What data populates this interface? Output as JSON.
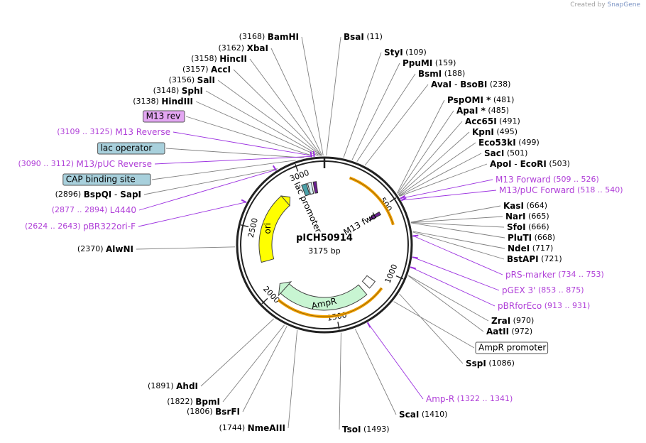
{
  "credit": {
    "prefix": "Created by",
    "brand": "SnapGene"
  },
  "plasmid": {
    "name": "pICH50914",
    "length": "3175 bp"
  },
  "ticks": [
    "500",
    "1000",
    "1500",
    "2000",
    "2500",
    "3000"
  ],
  "features": {
    "lac_promoter": "lac promoter",
    "m13_fwd": "M13 fwd",
    "ori": "ori",
    "ampr": "AmpR"
  },
  "boxed_labels": {
    "m13_rev": "M13 rev",
    "lac_operator": "lac operator",
    "cap_site": "CAP binding site",
    "ampr_promoter": "AmpR promoter"
  },
  "enzymes": [
    {
      "name": "BamHI",
      "pos": "(3168)"
    },
    {
      "name": "XbaI",
      "pos": "(3162)"
    },
    {
      "name": "HincII",
      "pos": "(3158)"
    },
    {
      "name": "AccI",
      "pos": "(3157)"
    },
    {
      "name": "SalI",
      "pos": "(3156)"
    },
    {
      "name": "SphI",
      "pos": "(3148)"
    },
    {
      "name": "HindIII",
      "pos": "(3138)"
    },
    {
      "name": "BspQI",
      "name2": "SapI",
      "pos": "(2896)"
    },
    {
      "name": "AlwNI",
      "pos": "(2370)"
    },
    {
      "name": "BsaI",
      "pos": "(11)"
    },
    {
      "name": "StyI",
      "pos": "(109)"
    },
    {
      "name": "PpuMI",
      "pos": "(159)"
    },
    {
      "name": "BsmI",
      "pos": "(188)"
    },
    {
      "name": "AvaI",
      "name2": "BsoBI",
      "pos": "(238)"
    },
    {
      "name": "PspOMI",
      "star": "*",
      "pos": "(481)"
    },
    {
      "name": "ApaI",
      "star": "*",
      "pos": "(485)"
    },
    {
      "name": "Acc65I",
      "pos": "(491)"
    },
    {
      "name": "KpnI",
      "pos": "(495)"
    },
    {
      "name": "Eco53kI",
      "pos": "(499)"
    },
    {
      "name": "SacI",
      "pos": "(501)"
    },
    {
      "name": "ApoI",
      "name2": "EcoRI",
      "pos": "(503)"
    },
    {
      "name": "KasI",
      "pos": "(664)"
    },
    {
      "name": "NarI",
      "pos": "(665)"
    },
    {
      "name": "SfoI",
      "pos": "(666)"
    },
    {
      "name": "PluTI",
      "pos": "(668)"
    },
    {
      "name": "NdeI",
      "pos": "(717)"
    },
    {
      "name": "BstAPI",
      "pos": "(721)"
    },
    {
      "name": "ZraI",
      "pos": "(970)"
    },
    {
      "name": "AatII",
      "pos": "(972)"
    },
    {
      "name": "SspI",
      "pos": "(1086)"
    },
    {
      "name": "ScaI",
      "pos": "(1410)"
    },
    {
      "name": "TsoI",
      "pos": "(1493)"
    },
    {
      "name": "NmeAIII",
      "pos": "(1744)"
    },
    {
      "name": "BsrFI",
      "pos": "(1806)"
    },
    {
      "name": "BpmI",
      "pos": "(1822)"
    },
    {
      "name": "AhdI",
      "pos": "(1891)"
    }
  ],
  "primers": [
    {
      "name": "M13 Reverse",
      "range": "(3109 .. 3125)"
    },
    {
      "name": "M13/pUC Reverse",
      "range": "(3090 .. 3112)"
    },
    {
      "name": "L4440",
      "range": "(2877 .. 2894)"
    },
    {
      "name": "pBR322ori-F",
      "range": "(2624 .. 2643)"
    },
    {
      "name": "M13 Forward",
      "range": "(509 .. 526)"
    },
    {
      "name": "M13/pUC Forward",
      "range": "(518 .. 540)"
    },
    {
      "name": "pRS-marker",
      "range": "(734 .. 753)"
    },
    {
      "name": "pGEX 3'",
      "range": "(853 .. 875)"
    },
    {
      "name": "pBRforEco",
      "range": "(913 .. 931)"
    },
    {
      "name": "Amp-R",
      "range": "(1322 .. 1341)"
    }
  ],
  "colors": {
    "enzyme_text": "#000000",
    "primer_text": "#b040d8",
    "primer_line": "#9b30e0",
    "leader_line": "#808080",
    "backbone": "#222222",
    "ori_fill": "#ffff00",
    "ampr_fill": "#c8f5d2",
    "orange_arc": "#f0a000",
    "m13rev_fill": "#e3a6f2",
    "box_fill": "#a8d0dc"
  }
}
